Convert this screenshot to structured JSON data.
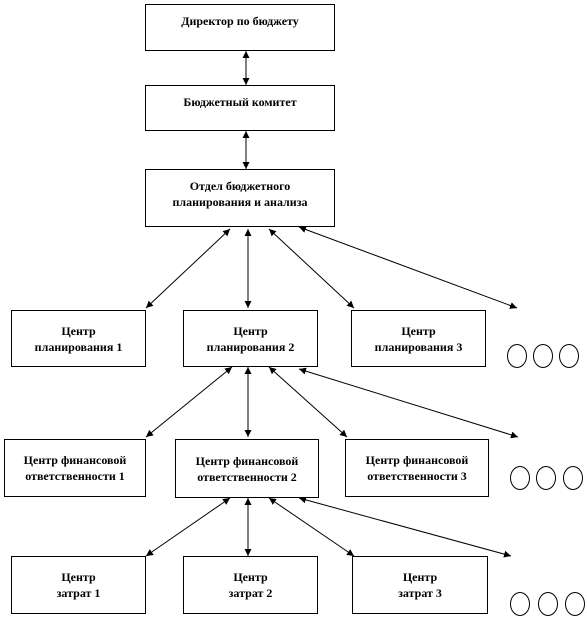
{
  "director": "Директор по бюджету",
  "committee": "Бюджетный комитет",
  "department": "Отдел бюджетного\nпланирования и анализа",
  "planning_centers": [
    "Центр\nпланирования 1",
    "Центр\nпланирования 2",
    "Центр\nпланирования 3"
  ],
  "finance_centers": [
    "Центр финансовой\nответственности 1",
    "Центр финансовой\nответственности 2",
    "Центр финансовой\nответственности 3"
  ],
  "cost_centers": [
    "Центр\nзатрат 1",
    "Центр\nзатрат 2",
    "Центр\nзатрат 3"
  ],
  "colors": {
    "line": "#000000",
    "box_fill": "#ffffff"
  }
}
